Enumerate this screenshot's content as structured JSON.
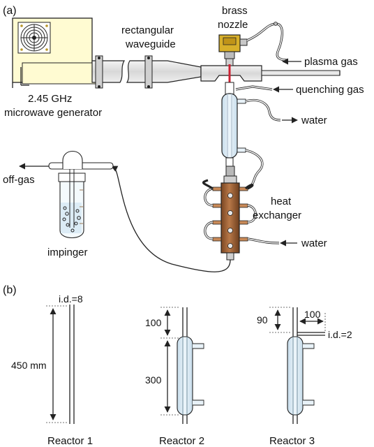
{
  "panel_a": {
    "label": "(a)",
    "labels": {
      "brass_nozzle": [
        "brass",
        "nozzle"
      ],
      "waveguide": [
        "rectangular",
        "waveguide"
      ],
      "generator": [
        "2.45 GHz",
        "microwave generator"
      ],
      "plasma_gas": "plasma gas",
      "quenching_gas": "quenching gas",
      "water_top": "water",
      "off_gas": "off-gas",
      "heat_exchanger": [
        "heat",
        "exchanger"
      ],
      "water_bottom": "water",
      "impinger": "impinger"
    }
  },
  "panel_b": {
    "label": "(b)",
    "reactor1": {
      "name": "Reactor 1",
      "id_label": "i.d.=8",
      "length_label": "450 mm"
    },
    "reactor2": {
      "name": "Reactor 2",
      "top_label": "100",
      "jacket_label": "300"
    },
    "reactor3": {
      "name": "Reactor 3",
      "top_label": "90",
      "side_label": "100",
      "id_label": "i.d.=2"
    }
  },
  "colors": {
    "generator_body": "#fffbd2",
    "waveguide": "#e3e3e3",
    "brass": "#d8b02a",
    "glass": "#dcecf6",
    "copper": "#a66a3c",
    "plasma": "#cc2233"
  }
}
